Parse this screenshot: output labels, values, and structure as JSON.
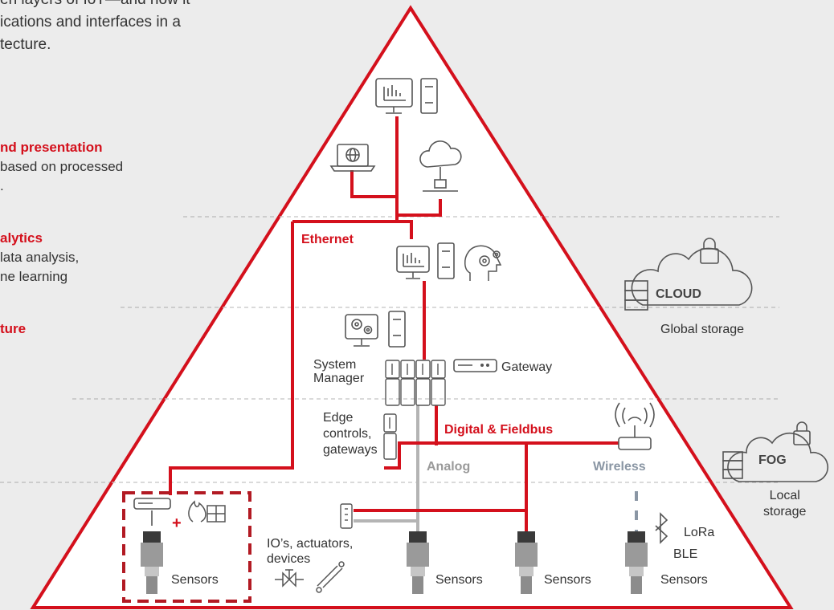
{
  "intro": {
    "text": "en layers of IoT—and how it\nications and interfaces in a\ntecture."
  },
  "sections": [
    {
      "heading": "nd presentation",
      "body": "based on processed\n."
    },
    {
      "heading": "alytics",
      "body": "lata analysis,\nne learning"
    },
    {
      "heading": "ture",
      "body": ""
    }
  ],
  "labels": {
    "ethernet": "Ethernet",
    "cloud": "CLOUD",
    "global_storage": "Global storage",
    "system_manager": "System\nManager",
    "gateway": "Gateway",
    "edge": "Edge\ncontrols,\ngateways",
    "digital_fieldbus": "Digital & Fieldbus",
    "analog": "Analog",
    "wireless": "Wireless",
    "fog": "FOG",
    "local_storage": "Local\nstorage",
    "ios": "IO’s, actuators,\ndevices",
    "lora": "LoRa",
    "ble": "BLE",
    "sensors": [
      "Sensors",
      "Sensors",
      "Sensors",
      "Sensors"
    ]
  },
  "colors": {
    "accent": "#d4101c",
    "line_grey": "#b4b4b4",
    "text": "#333333",
    "background": "#ececec"
  }
}
